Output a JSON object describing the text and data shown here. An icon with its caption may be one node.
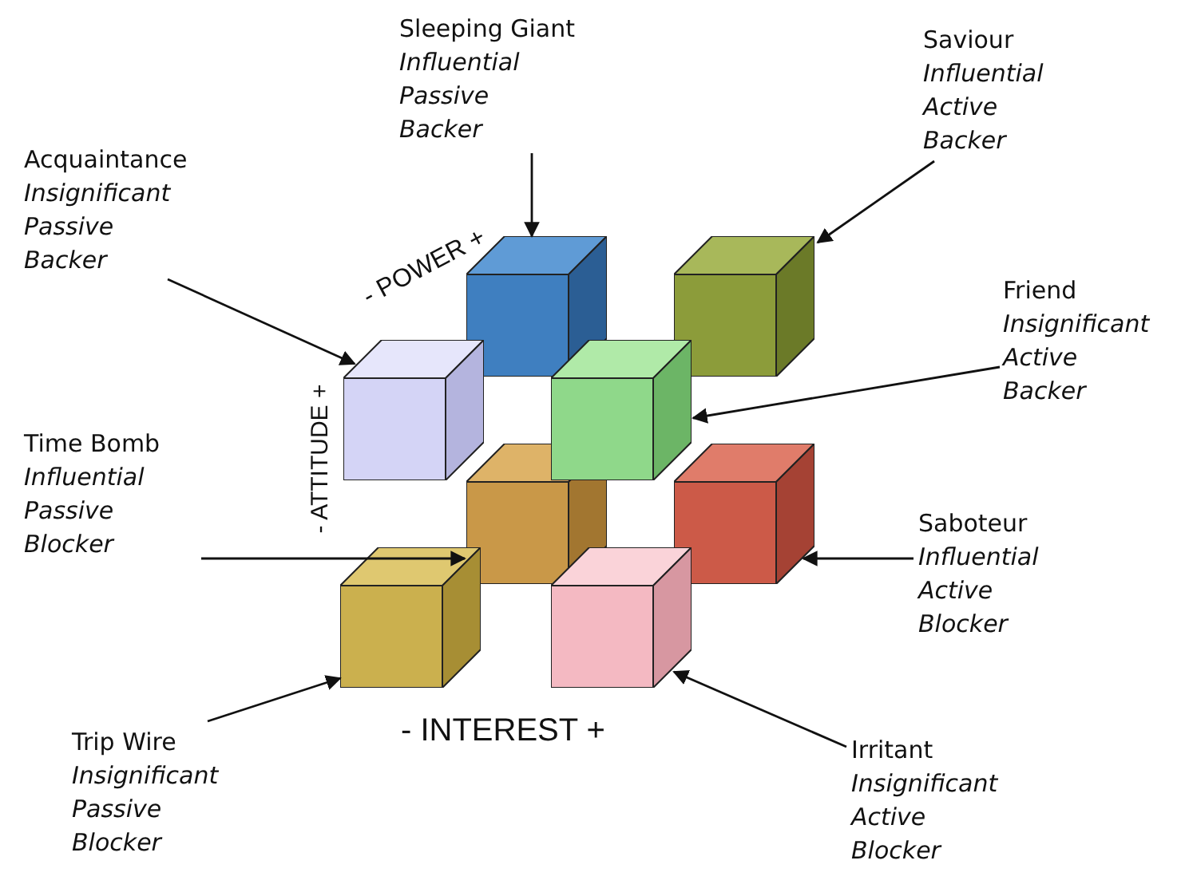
{
  "diagram": {
    "nodes": [
      {
        "text": [
          "Sleeping Giant",
          "Influential Passive Backer"
        ]
      },
      {
        "text": [
          "Saviour",
          "Influential Active Backer"
        ]
      },
      {
        "text": [
          "Acquaintance",
          "Insignificant Passive Backer"
        ]
      },
      {
        "text": [
          "Friend",
          "Insignificant Active Backer"
        ]
      },
      {
        "text": [
          "Time Bomb",
          "Influential Passive Blocker"
        ]
      },
      {
        "text": [
          "Saboteur",
          "Influential Active Blocker"
        ]
      },
      {
        "text": [
          "Trip Wire",
          "Insignificant Passive Blocker"
        ]
      },
      {
        "text": [
          "Irritant",
          "Insignificant Active Blocker"
        ]
      },
      {
        "text": [],
        "shape": "cube"
      },
      {
        "text": [],
        "shape": "cube"
      },
      {
        "text": [],
        "shape": "cube"
      },
      {
        "text": [],
        "shape": "cube"
      },
      {
        "text": [],
        "shape": "cube"
      },
      {
        "text": [],
        "shape": "cube"
      },
      {
        "text": [],
        "shape": "cube"
      },
      {
        "text": [],
        "shape": "cube"
      }
    ],
    "edges": [
      {
        "from": 0,
        "to": 8,
        "arrow": "to"
      },
      {
        "from": 1,
        "to": 9,
        "arrow": "to"
      },
      {
        "from": 2,
        "to": 10,
        "arrow": "to"
      },
      {
        "from": 3,
        "to": 11,
        "arrow": "to"
      },
      {
        "from": 4,
        "to": 12,
        "arrow": "to"
      },
      {
        "from": 5,
        "to": 13,
        "arrow": "to"
      },
      {
        "from": 6,
        "to": 14,
        "arrow": "to"
      },
      {
        "from": 7,
        "to": 15,
        "arrow": "to"
      }
    ],
    "labels": [
      "- POWER +",
      "- ATTITUDE +",
      "- INTEREST +"
    ]
  }
}
